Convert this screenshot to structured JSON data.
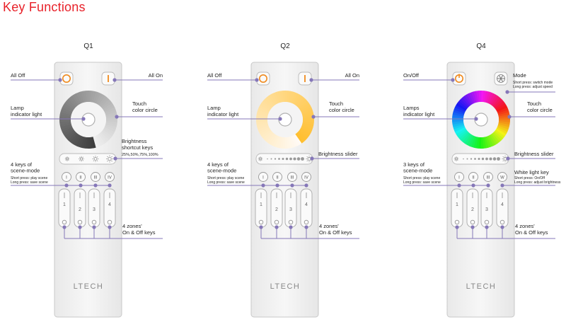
{
  "page": {
    "title": "Key Functions"
  },
  "colors": {
    "title": "#e8222a",
    "leader": "#8577b8",
    "dot": "#8577b8",
    "body": "#f1f1f1",
    "outline": "#c8c8c8"
  },
  "brand": "LTECH",
  "remotes": [
    {
      "model": "Q1",
      "ring": "mono",
      "brightness_control": "keys",
      "scene_keys": [
        "I",
        "II",
        "III",
        "IV"
      ],
      "top_left_icon": "power-off-icon",
      "top_right_icon": "power-on-icon",
      "callouts": {
        "top_left": "All Off",
        "top_right": "All On",
        "lamp": [
          "Lamp",
          "indicator light"
        ],
        "touch": [
          "Touch",
          "color circle"
        ],
        "brightness": [
          "Brightness",
          "shortcut keys"
        ],
        "brightness_sub": "25%,50%,75%,100%",
        "scene": [
          "4 keys of",
          "scene-mode"
        ],
        "scene_sub": [
          "Short press: play scene",
          "Long press: save scene"
        ],
        "zones": [
          "4 zones'",
          "On & Off keys"
        ]
      }
    },
    {
      "model": "Q2",
      "ring": "cct",
      "brightness_control": "slider",
      "scene_keys": [
        "I",
        "II",
        "III",
        "IV"
      ],
      "top_left_icon": "power-off-icon",
      "top_right_icon": "power-on-icon",
      "callouts": {
        "top_left": "All Off",
        "top_right": "All On",
        "lamp": [
          "Lamp",
          "indicator light"
        ],
        "touch": [
          "Touch",
          "color circle"
        ],
        "brightness": [
          "Brightness slider"
        ],
        "scene": [
          "4 keys of",
          "scene-mode"
        ],
        "scene_sub": [
          "Short press: play scene",
          "Long press: save scene"
        ],
        "zones": [
          "4 zones'",
          "On & Off keys"
        ]
      }
    },
    {
      "model": "Q4",
      "ring": "rgb",
      "brightness_control": "slider",
      "scene_keys": [
        "I",
        "II",
        "III",
        "W"
      ],
      "top_left_icon": "power-icon",
      "top_right_icon": "mode-icon",
      "callouts": {
        "top_left": "On/Off",
        "top_right": "Mode",
        "top_right_sub": [
          "Short press: switch mode",
          "Long press: adjust speed"
        ],
        "lamp": [
          "Lamps",
          "indicator light"
        ],
        "touch": [
          "Touch",
          "color circle"
        ],
        "brightness": [
          "Brightness slider"
        ],
        "scene": [
          "3 keys of",
          "scene-mode"
        ],
        "scene_sub": [
          "Short press: play scene",
          "Long press: save scene"
        ],
        "white": [
          "White light key"
        ],
        "white_sub": [
          "Short press: On/Off",
          "Long press: adjust brightness"
        ],
        "zones": [
          "4 zones'",
          "On & Off keys"
        ]
      }
    }
  ]
}
